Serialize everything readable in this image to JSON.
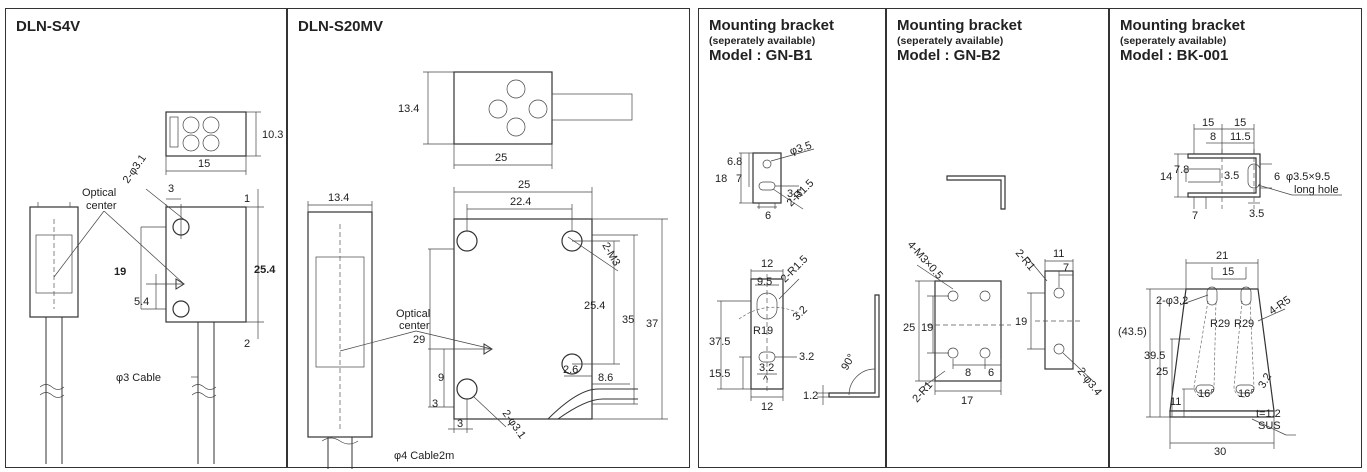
{
  "panels": {
    "s4v": {
      "title": "DLN-S4V",
      "dims": {
        "d_10_3": "10.3",
        "d_15": "15",
        "d_3": "3",
        "d_1": "1",
        "d_19": "19",
        "d_25_4": "25.4",
        "d_5_4": "5.4",
        "d_2": "2",
        "hole": "2-φ3.1"
      },
      "optical_center": {
        "line1": "Optical",
        "line2": "center"
      },
      "cable": "φ3 Cable"
    },
    "s20mv": {
      "title": "DLN-S20MV",
      "dims": {
        "d_13_4_top": "13.4",
        "d_25_top": "25",
        "d_13_4_side": "13.4",
        "d_25": "25",
        "d_22_4": "22.4",
        "m3": "2-M3",
        "d_25_4": "25.4",
        "d_35": "35",
        "d_37": "37",
        "d_29": "29",
        "d_9": "9",
        "d_2_6": "2.6",
        "d_8_6": "8.6",
        "d_3_a": "3",
        "d_3_b": "3",
        "hole": "2-φ3.1"
      },
      "optical_center": {
        "line1": "Optical",
        "line2": "center"
      },
      "cable": "φ4 Cable2m"
    },
    "gnb1": {
      "title": "Mounting bracket",
      "subtitle": "(seperately available)",
      "model": "Model : GN-B1",
      "dims": {
        "d_18": "18",
        "d_6_8": "6.8",
        "d_7": "7",
        "d_phi35": "φ3.5",
        "d_3_5": "3.5",
        "d_6": "6",
        "d_2r15a": "2-R1.5",
        "d_12a": "12",
        "d_9_5": "9.5",
        "d_2r15b": "2-R1.5",
        "d_3_2a": "3.2",
        "d_r19": "R19",
        "d_37_5": "37.5",
        "d_3_2b": "3.2",
        "d_15_5": "15.5",
        "d_3_2c": "3.2",
        "d_12b": "12",
        "d_90": "90°",
        "d_1_2": "1.2"
      }
    },
    "gnb2": {
      "title": "Mounting bracket",
      "subtitle": "(seperately available)",
      "model": "Model : GN-B2",
      "dims": {
        "d_m3": "4-M3×0.5",
        "d_2r1a": "2-R1",
        "d_11": "11",
        "d_7": "7",
        "d_25": "25",
        "d_19a": "19",
        "d_19b": "19",
        "d_2r1b": "2-R1",
        "d_8": "8",
        "d_6": "6",
        "d_17": "17",
        "d_2phi34": "2-φ3.4"
      }
    },
    "bk001": {
      "title": "Mounting bracket",
      "subtitle": "(seperately available)",
      "model": "Model : BK-001",
      "dims": {
        "d_15a": "15",
        "d_15b": "15",
        "d_8": "8",
        "d_11_5": "11.5",
        "d_14": "14",
        "d_7_8": "7.8",
        "d_3_5a": "3.5",
        "d_6": "6",
        "d_hole": "φ3.5×9.5",
        "d_long": "long hole",
        "d_7": "7",
        "d_3_5b": "3.5",
        "d_21": "21",
        "d_15c": "15",
        "d_2phi32": "2-φ3.2",
        "d_43_5": "(43.5)",
        "d_r29a": "R29",
        "d_r29b": "R29",
        "d_4r5": "4-R5",
        "d_39_5": "39.5",
        "d_25": "25",
        "d_3_2": "3.2",
        "d_11": "11",
        "d_16a": "16°",
        "d_16b": "16°",
        "d_t12": "t=1.2",
        "d_sus": "SUS",
        "d_30": "30"
      }
    }
  }
}
